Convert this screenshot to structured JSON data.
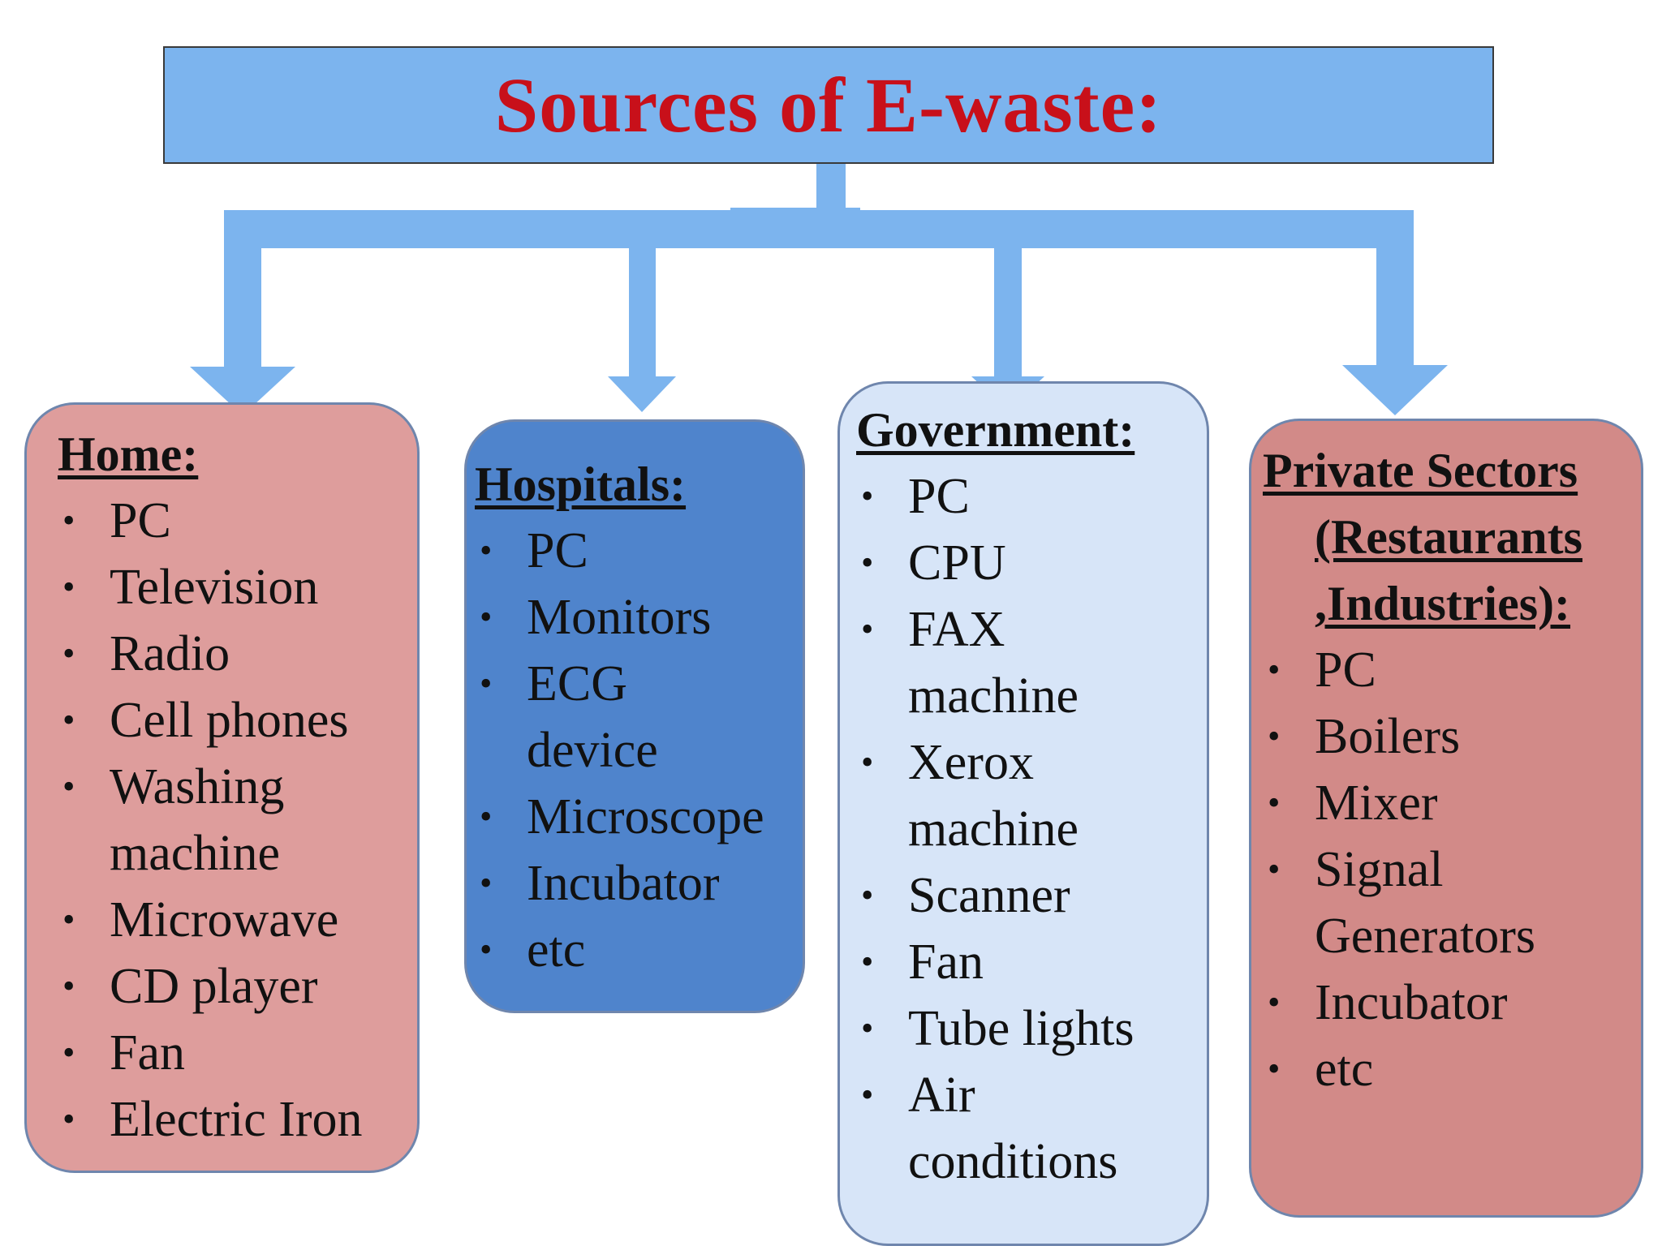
{
  "title": "Sources of E-waste:",
  "colors": {
    "title_bar": "#7cb4ee",
    "title_text": "#c8101a",
    "connector": "#7cb4ee",
    "home_box": "#de9d9c",
    "hospitals_box": "#4f84cc",
    "government_box": "#d7e5f8",
    "private_box": "#d28a88"
  },
  "categories": [
    {
      "heading": "Home:",
      "items": [
        "PC",
        "Television",
        "Radio",
        "Cell phones",
        "Washing machine",
        "Microwave",
        "CD player",
        "Fan",
        "Electric Iron"
      ]
    },
    {
      "heading": "Hospitals:",
      "items": [
        "PC",
        "Monitors",
        "ECG device",
        "Microscope",
        "Incubator",
        "etc"
      ]
    },
    {
      "heading": "Government:",
      "items": [
        "PC",
        "CPU",
        "FAX machine",
        "Xerox machine",
        "Scanner",
        "Fan",
        "Tube lights",
        "Air conditions"
      ]
    },
    {
      "heading": "Private Sectors (Restaurants ,Industries):",
      "heading_lines": [
        "Private Sectors",
        "(Restaurants",
        ",Industries):"
      ],
      "items": [
        "PC",
        "Boilers",
        "Mixer",
        "Signal Generators",
        "Incubator",
        "etc"
      ]
    }
  ]
}
